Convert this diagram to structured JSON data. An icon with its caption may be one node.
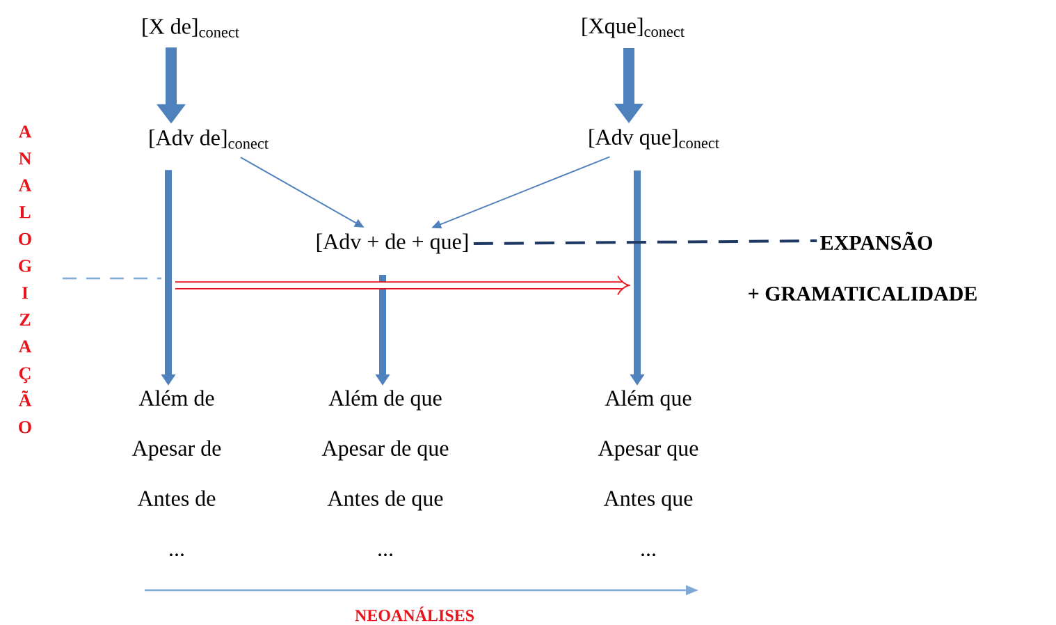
{
  "diagram": {
    "nodes": [
      {
        "text": [
          "[X de]$_{conect}$"
        ]
      },
      {
        "text": [
          "[Xque]$_{conect}$"
        ]
      },
      {
        "text": [
          "[Adv de]$_{conect}$"
        ]
      },
      {
        "text": [
          "[Adv que]$_{conect}$"
        ]
      },
      {
        "text": [
          "[Adv + de + que]"
        ]
      },
      {
        "text": [
          "Além de",
          "Apesar de",
          "Antes de",
          "..."
        ]
      },
      {
        "text": [
          "Além de que",
          "Apesar de que",
          "Antes de que",
          "..."
        ]
      },
      {
        "text": [
          "Além que",
          "Apesar que",
          "Antes que",
          "..."
        ]
      },
      {
        "text": [
          "EXPANSÃO"
        ]
      }
    ],
    "edges": [
      {
        "from": 0,
        "to": 2,
        "arrow": "to"
      },
      {
        "from": 1,
        "to": 3,
        "arrow": "to"
      },
      {
        "from": 2,
        "to": 4,
        "arrow": "to"
      },
      {
        "from": 3,
        "to": 4,
        "arrow": "to"
      },
      {
        "from": 2,
        "to": 5,
        "arrow": "to"
      },
      {
        "from": 4,
        "to": 6,
        "arrow": "to"
      },
      {
        "from": 3,
        "to": 7,
        "arrow": "to"
      },
      {
        "from": 4,
        "to": 8,
        "arrow": "none",
        "style": "dashed",
        "color": "#1f3864"
      }
    ],
    "labels": [
      "ANALOGIZAÇÃO",
      "+ GRAMATICALIDADE",
      "NEOANÁLISES"
    ]
  }
}
